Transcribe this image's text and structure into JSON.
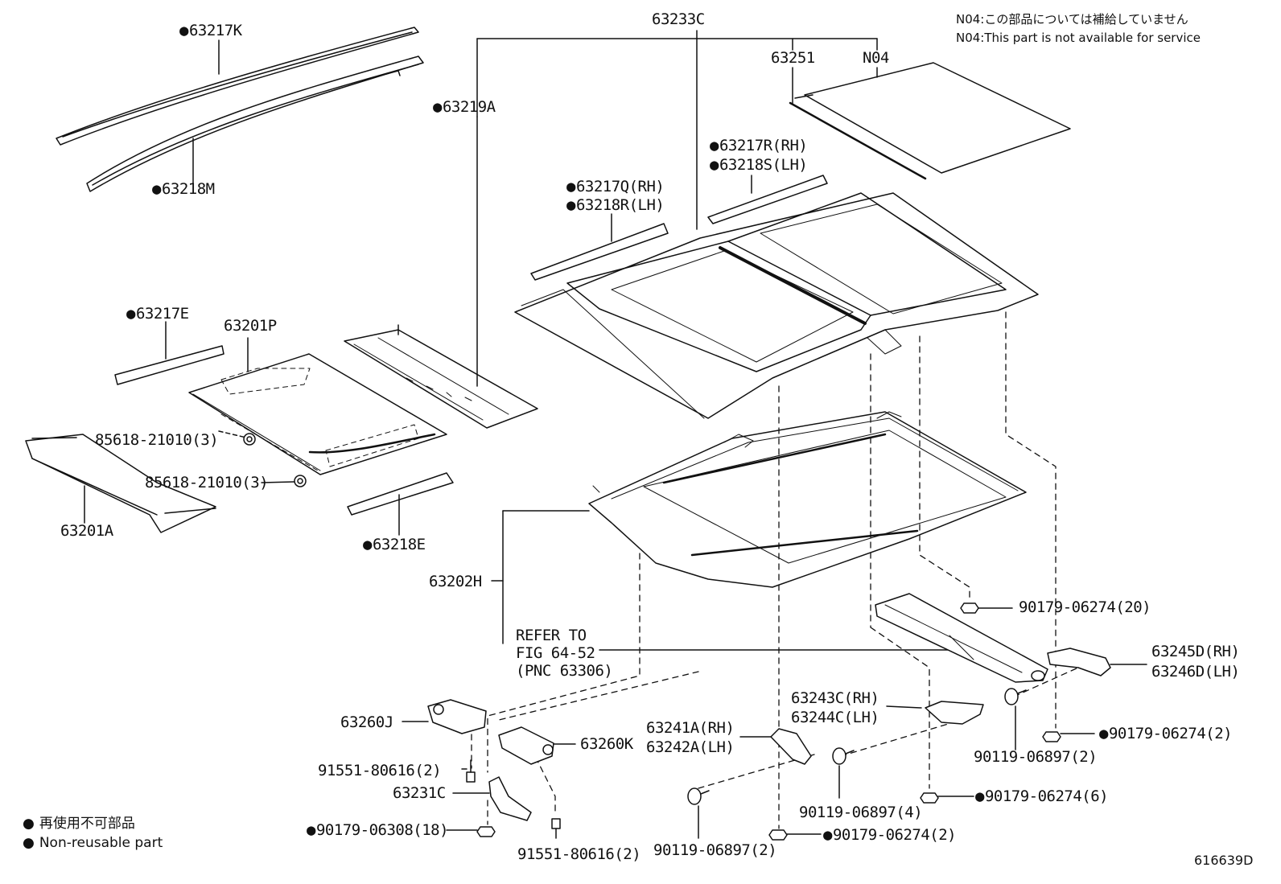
{
  "diagram_id": "616639D",
  "notes": {
    "n04_jp": "N04:この部品については補給していません",
    "n04_en": "N04:This part is not available for service"
  },
  "legend": {
    "jp": "再使用不可部品",
    "en": "Non-reusable part"
  },
  "parts": {
    "p63217K": "63217K",
    "p63218M": "63218M",
    "p63233C": "63233C",
    "p63219A": "63219A",
    "p63251": "63251",
    "pN04": "N04",
    "p63217R": "63217R(RH)",
    "p63218S": "63218S(LH)",
    "p63217Q": "63217Q(RH)",
    "p63218R": "63218R(LH)",
    "p63217E": "63217E",
    "p63201P": "63201P",
    "p85618a": "85618-21010(3)",
    "p85618b": "85618-21010(3)",
    "p63201A": "63201A",
    "p63218E": "63218E",
    "p63202H": "63202H",
    "refer": "REFER TO\nFIG 64-52\n(PNC 63306)",
    "p90179_20": "90179-06274(20)",
    "p63245D": "63245D(RH)",
    "p63246D": "63246D(LH)",
    "p90179_2a": "90179-06274(2)",
    "p90119_2a": "90119-06897(2)",
    "p63243C": "63243C(RH)",
    "p63244C": "63244C(LH)",
    "p63241A": "63241A(RH)",
    "p63242A": "63242A(LH)",
    "p90119_4": "90119-06897(4)",
    "p90179_6": "90179-06274(6)",
    "p90119_2b": "90119-06897(2)",
    "p90179_2b": "90179-06274(2)",
    "p63260J": "63260J",
    "p63260K": "63260K",
    "p91551a": "91551-80616(2)",
    "p63231C": "63231C",
    "p90179_18": "90179-06308(18)",
    "p91551b": "91551-80616(2)"
  }
}
